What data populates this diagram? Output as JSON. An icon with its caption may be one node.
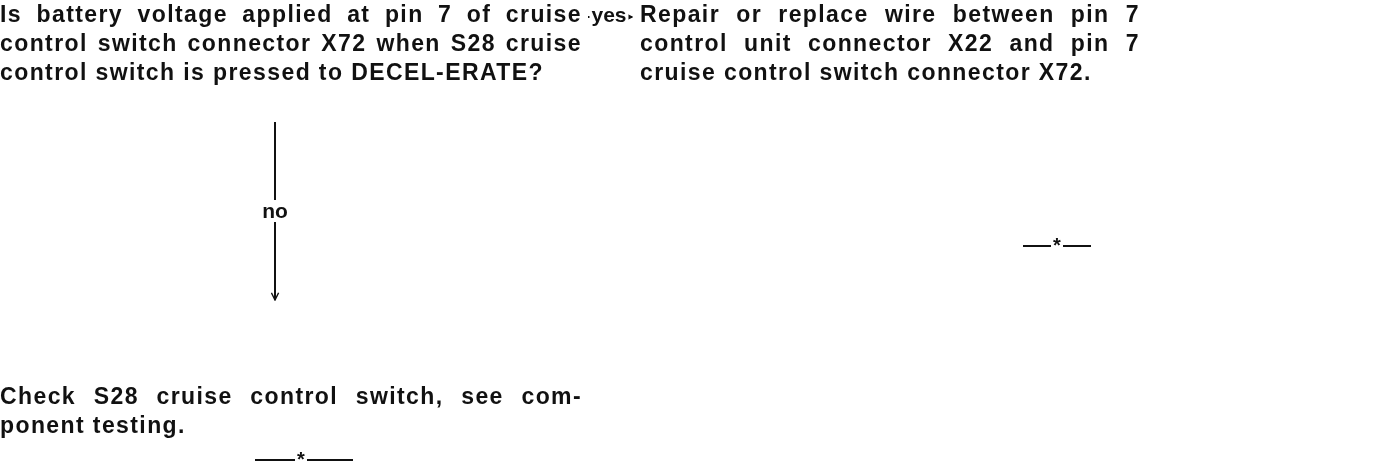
{
  "diagram": {
    "nodes": [
      {
        "text": [
          "Is battery voltage applied at pin 7 of cruise control switch connector X72 when S28 cruise control switch is pressed to DECEL-ERATE?"
        ]
      },
      {
        "text": [
          "Repair or replace wire between pin 7 control unit connector X22 and pin 7 cruise control switch connector X72."
        ]
      },
      {
        "text": [
          "Check S28 cruise control switch, see com-ponent testing."
        ]
      }
    ],
    "edges": [
      {
        "from": 0,
        "to": 1,
        "arrow": "to",
        "label": "yes"
      },
      {
        "from": 0,
        "to": 2,
        "arrow": "to",
        "label": "no"
      }
    ],
    "labels": [
      "*",
      "*"
    ]
  }
}
